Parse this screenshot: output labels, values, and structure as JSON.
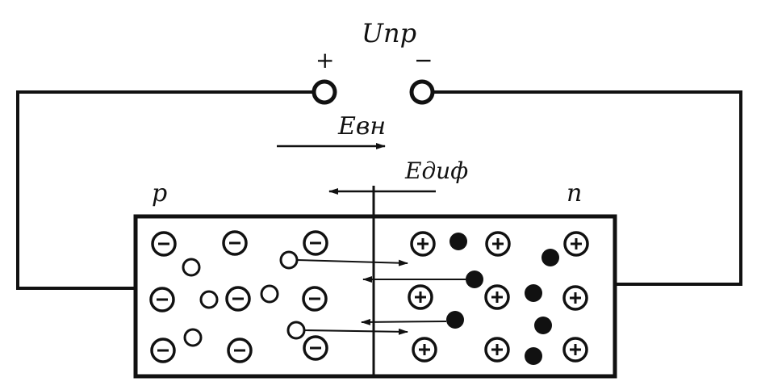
{
  "source": {
    "label": "Uпр",
    "plus": "+",
    "minus": "−"
  },
  "fields": {
    "external": "Eвн",
    "diffusion": "Eдиф"
  },
  "regions": {
    "p": "p",
    "n": "n"
  },
  "ions": {
    "negative_symbol": "−",
    "positive_symbol": "+"
  },
  "colors": {
    "ink": "#111111",
    "background": "#ffffff"
  }
}
